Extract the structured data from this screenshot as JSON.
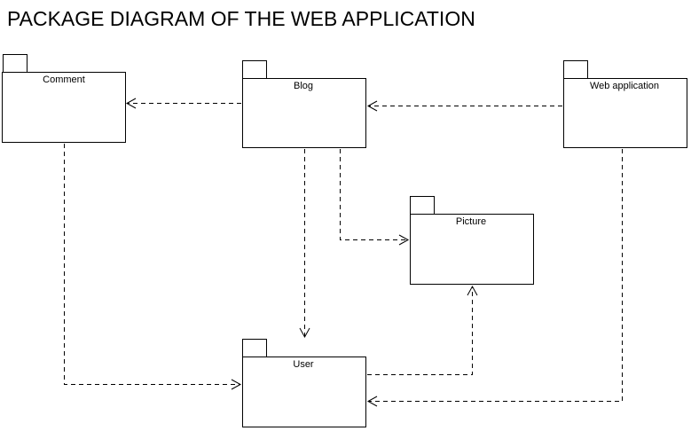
{
  "diagram": {
    "title": "PACKAGE DIAGRAM OF THE WEB APPLICATION",
    "packages": {
      "comment": "Comment",
      "blog": "Blog",
      "web_application": "Web application",
      "picture": "Picture",
      "user": "User"
    }
  }
}
